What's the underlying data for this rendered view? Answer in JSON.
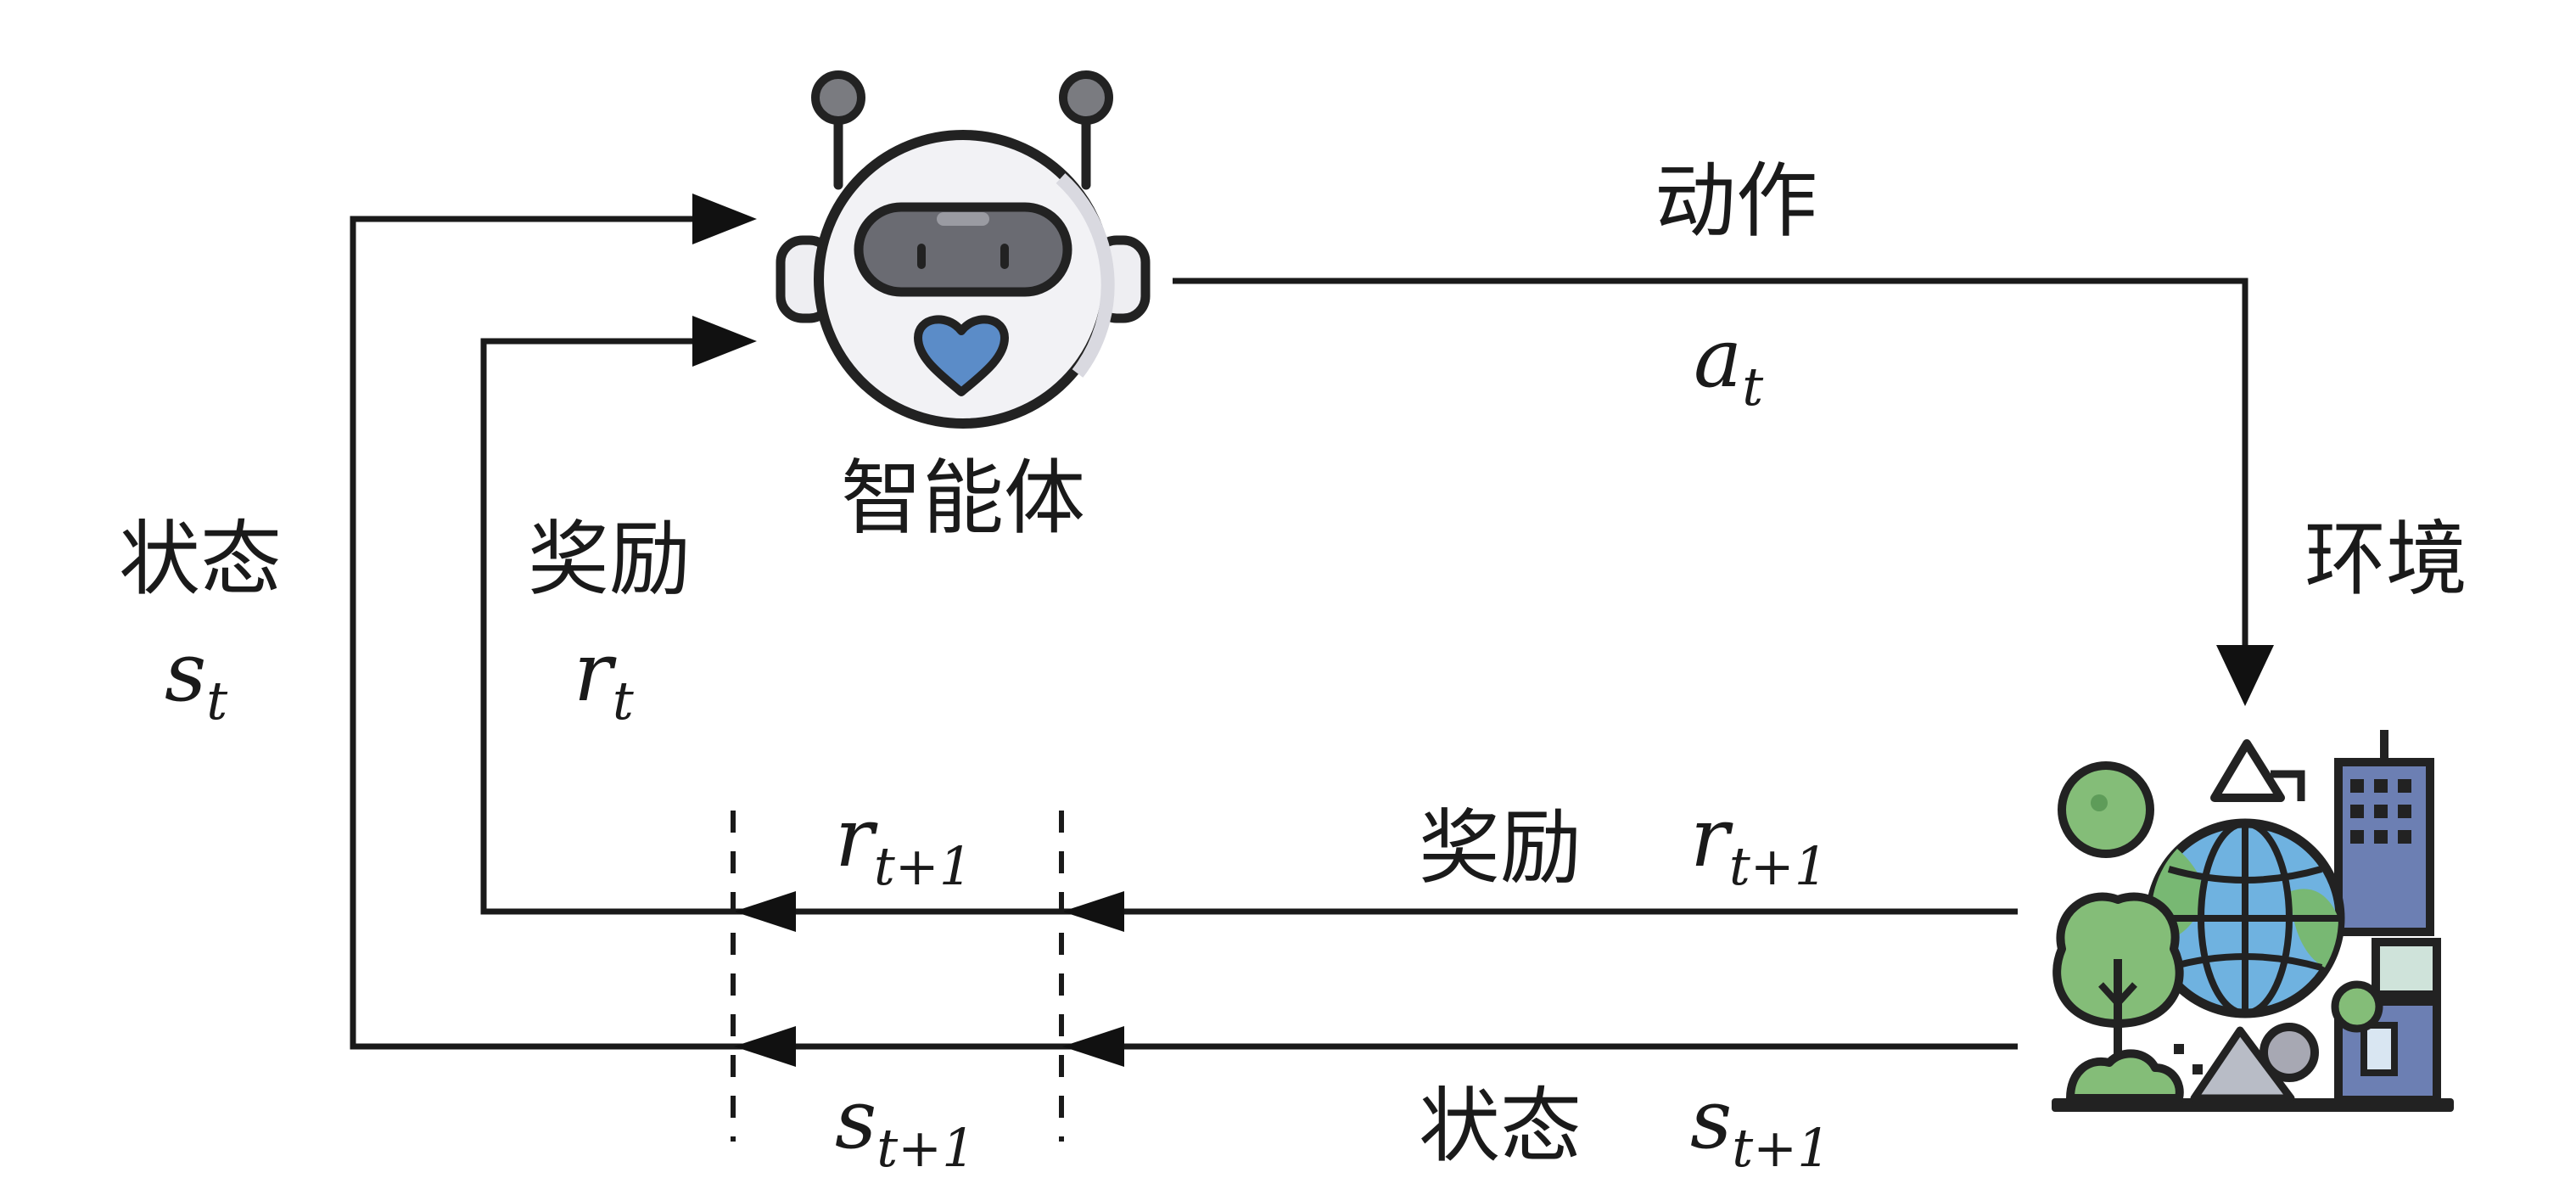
{
  "diagram": {
    "agent_label": "智能体",
    "environment_label": "环境",
    "action": {
      "label": "动作",
      "symbol": "a",
      "subscript": "t"
    },
    "state_current": {
      "label": "状态",
      "symbol": "s",
      "subscript": "t"
    },
    "reward_current": {
      "label": "奖励",
      "symbol": "r",
      "subscript": "t"
    },
    "reward_next_label": "奖励",
    "state_next_label": "状态",
    "reward_next": {
      "symbol": "r",
      "subscript": "t+1"
    },
    "state_next": {
      "symbol": "s",
      "subscript": "t+1"
    }
  },
  "colors": {
    "line": "#1a1a1a",
    "robot_face": "#f2f2f5",
    "robot_visor": "#666870",
    "robot_heart": "#5b8cc8",
    "globe_blue": "#6fb2e0",
    "globe_green": "#78b873",
    "building": "#6c7fb3",
    "tree_green": "#84bd78",
    "ground_gray": "#b8bcc6"
  },
  "icons": {
    "agent": "robot-icon",
    "environment": "globe-city-icon"
  }
}
